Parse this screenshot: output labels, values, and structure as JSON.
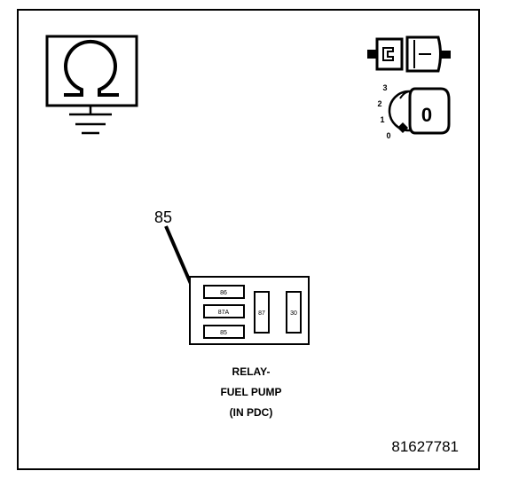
{
  "diagram": {
    "callout_number": "85",
    "relay": {
      "terminals": [
        "86",
        "87A",
        "85",
        "87",
        "30"
      ]
    },
    "component_label": [
      "RELAY-",
      "FUEL PUMP",
      "(IN PDC)"
    ],
    "ignition_positions": [
      "3",
      "2",
      "1",
      "0"
    ],
    "ignition_key_label": "0",
    "figure_number": "81627781"
  }
}
